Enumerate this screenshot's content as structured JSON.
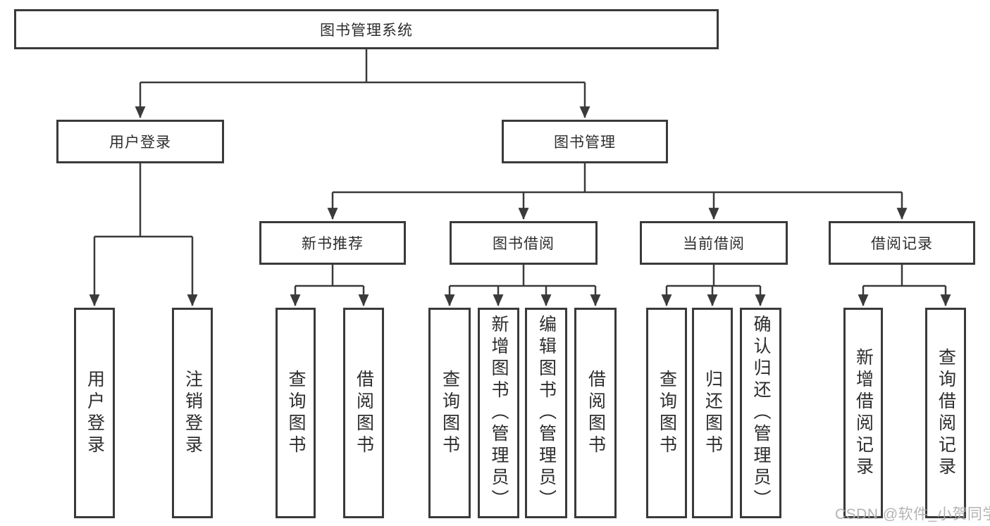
{
  "colors": {
    "line": "#3a3a3a",
    "box_border": "#3a3a3a",
    "text": "#2d2d2d",
    "watermark": "#acacac"
  },
  "tree": {
    "label": "图书管理系统",
    "children": [
      {
        "label": "用户登录",
        "children": [
          {
            "label": "用户登录"
          },
          {
            "label": "注销登录"
          }
        ]
      },
      {
        "label": "图书管理",
        "children": [
          {
            "label": "新书推荐",
            "children": [
              {
                "label": "查询图书"
              },
              {
                "label": "借阅图书"
              }
            ]
          },
          {
            "label": "图书借阅",
            "children": [
              {
                "label": "查询图书"
              },
              {
                "label": "新增图书（管理员）"
              },
              {
                "label": "编辑图书（管理员）"
              },
              {
                "label": "借阅图书"
              }
            ]
          },
          {
            "label": "当前借阅",
            "children": [
              {
                "label": "查询图书"
              },
              {
                "label": "归还图书"
              },
              {
                "label": "确认归还（管理员）"
              }
            ]
          },
          {
            "label": "借阅记录",
            "children": [
              {
                "label": "新增借阅记录"
              },
              {
                "label": "查询借阅记录"
              }
            ]
          }
        ]
      }
    ]
  },
  "watermark": {
    "text": "CSDN @软件_小贺同学"
  }
}
